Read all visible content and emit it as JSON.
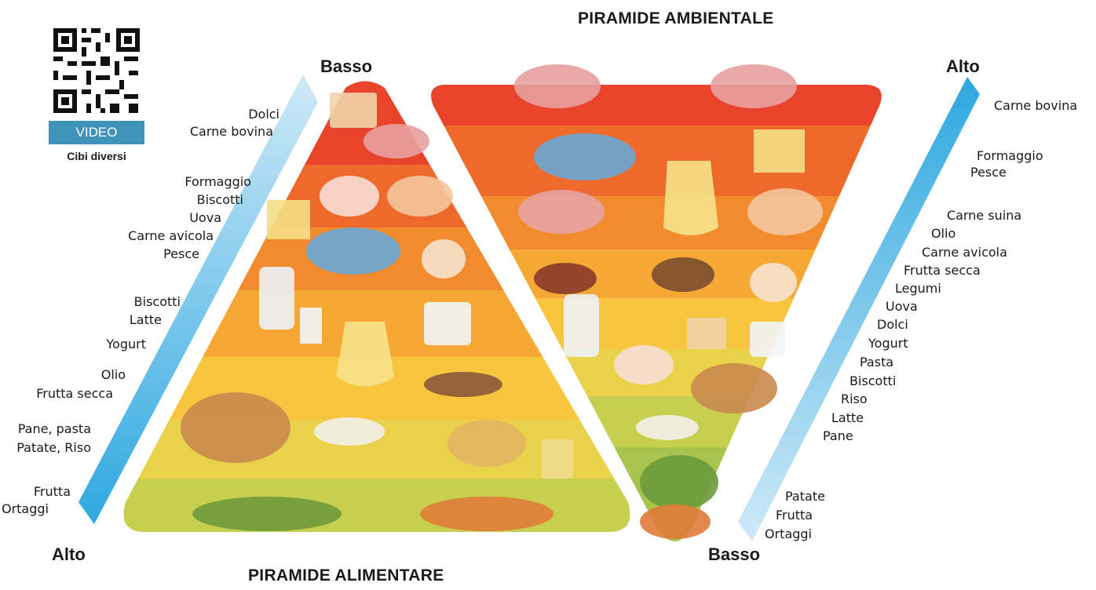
{
  "qr": {
    "tag": "VIDEO",
    "caption": "Cibi diversi",
    "icon": "qr-code-icon"
  },
  "food_pyramid": {
    "title": "PIRAMIDE ALIMENTARE",
    "top_label": "Basso",
    "bottom_label": "Alto",
    "foods": {
      "dolci": "Dolci",
      "carne_bovina": "Carne bovina",
      "formaggio": "Formaggio",
      "biscotti": "Biscotti",
      "uova": "Uova",
      "carne_avicola": "Carne avicola",
      "pesce": "Pesce",
      "biscotti2": "Biscotti",
      "latte": "Latte",
      "yogurt": "Yogurt",
      "olio": "Olio",
      "frutta_secca": "Frutta secca",
      "pane_pasta": "Pane, pasta",
      "patate_riso": "Patate, Riso",
      "frutta": "Frutta",
      "ortaggi": "Ortaggi"
    },
    "band_colors": [
      "#e8442b",
      "#ee6a2c",
      "#f28a2e",
      "#f5a834",
      "#f7c63e",
      "#e9d24a",
      "#c7cf4e",
      "#a9c34f"
    ]
  },
  "environmental_pyramid": {
    "title": "PIRAMIDE AMBIENTALE",
    "top_label": "Alto",
    "bottom_label": "Basso",
    "foods": {
      "carne_bovina": "Carne bovina",
      "formaggio": "Formaggio",
      "pesce": "Pesce",
      "carne_suina": "Carne suina",
      "olio": "Olio",
      "carne_avicola": "Carne avicola",
      "frutta_secca": "Frutta secca",
      "legumi": "Legumi",
      "uova": "Uova",
      "dolci": "Dolci",
      "yogurt": "Yogurt",
      "pasta": "Pasta",
      "biscotti": "Biscotti",
      "riso": "Riso",
      "latte": "Latte",
      "pane": "Pane",
      "patate": "Patate",
      "frutta": "Frutta",
      "ortaggi": "Ortaggi"
    },
    "band_colors": [
      "#e8442b",
      "#ee6a2c",
      "#f28a2e",
      "#f5a834",
      "#f7c63e",
      "#e9d24a",
      "#c7cf4e",
      "#a9c34f"
    ]
  },
  "arrow_color": "#5ab8e6"
}
